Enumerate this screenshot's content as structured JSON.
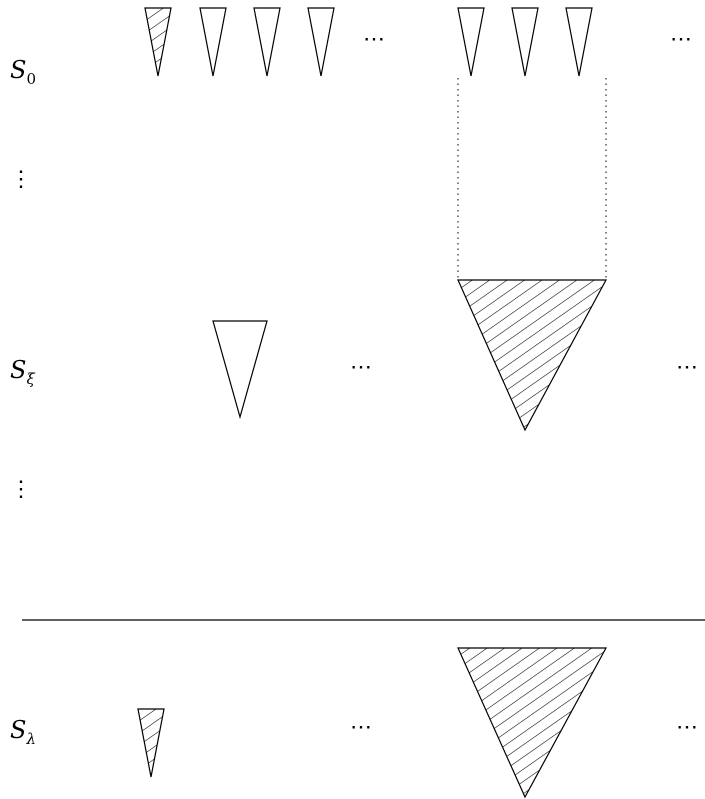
{
  "rows": [
    {
      "id": "s0",
      "letter": "S",
      "subscript": "0",
      "subscript_style": "upright"
    },
    {
      "id": "s-xi",
      "letter": "S",
      "subscript": "ξ",
      "subscript_style": "italic"
    },
    {
      "id": "s-lambda",
      "letter": "S",
      "subscript": "λ",
      "subscript_style": "italic"
    }
  ],
  "ellipsis": {
    "horizontal": "⋯",
    "vertical": "⋮"
  },
  "colors": {
    "stroke": "#000000",
    "background": "#ffffff"
  }
}
